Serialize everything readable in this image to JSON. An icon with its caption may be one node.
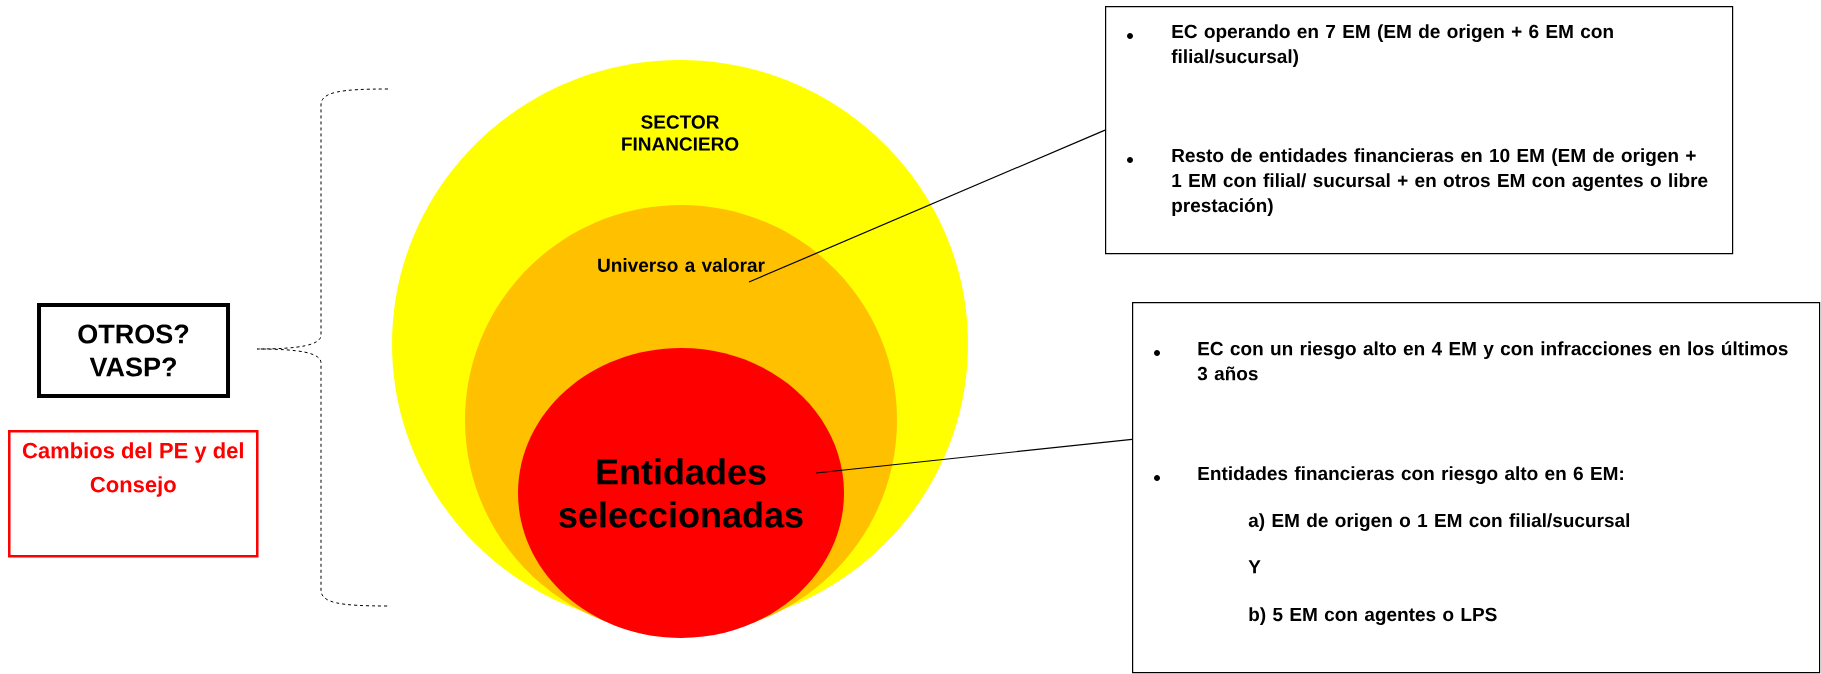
{
  "diagram": {
    "nodes": [
      {
        "text": [
          "SECTOR FINANCIERO"
        ]
      },
      {
        "text": [
          "Universo a valorar"
        ],
        "in": 0
      },
      {
        "text": [
          "Entidades seleccionadas"
        ],
        "in": 1
      },
      {
        "text": [
          "EC operando en 7 EM (EM de origen + 6 EM con filial/sucursal)",
          "Resto de entidades financieras en 10 EM (EM de origen + 1 EM con filial/ sucursal + en otros EM con agentes o libre prestación)"
        ]
      },
      {
        "text": [
          "EC con un riesgo alto en 4 EM y con infracciones en los últimos 3 años",
          "Entidades financieras con riesgo alto en 6 EM:",
          "a) EM de origen o 1 EM con filial/sucursal",
          "Y",
          "b) 5 EM con agentes o LPS"
        ]
      },
      {
        "text": [
          "OTROS? VASP?"
        ]
      },
      {
        "text": [
          "Cambios del PE y del Consejo"
        ]
      }
    ],
    "edges": [
      {
        "from": 3,
        "to": 1,
        "arrow": "none"
      },
      {
        "from": 4,
        "to": 2,
        "arrow": "none"
      }
    ]
  }
}
